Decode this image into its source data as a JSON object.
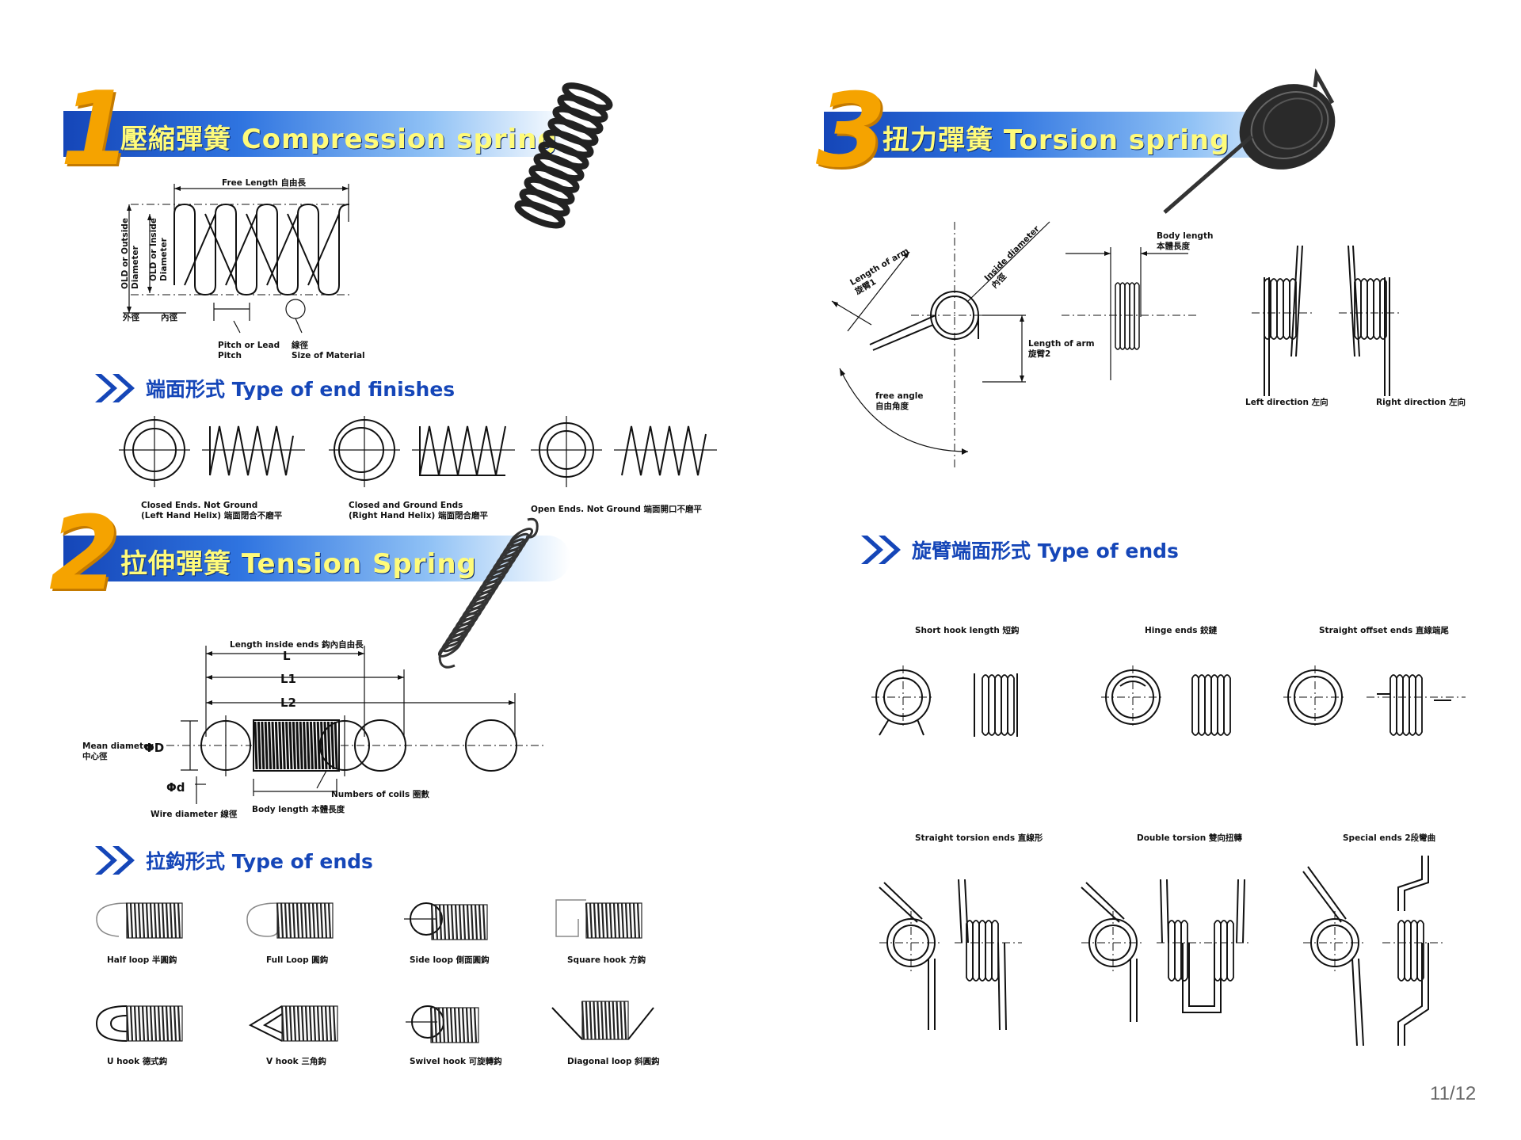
{
  "section1": {
    "number": "1",
    "title": "壓縮彈簧 Compression spring",
    "diagram": {
      "free_length": "Free Length 自由長",
      "od": "OLD or Outside Diameter",
      "od_zh": "外徑",
      "id": "OLD or Inside Diameter",
      "id_zh": "內徑",
      "pitch": "Pitch or Lead",
      "pitch2": "Pitch",
      "material_zh": "線徑",
      "material": "Size of Material"
    }
  },
  "end_finishes": {
    "title": "端面形式 Type of end finishes",
    "items": [
      {
        "line1": "Closed Ends. Not Ground",
        "line2": "(Left Hand Helix) 端面閉合不磨平"
      },
      {
        "line1": "Closed and Ground Ends",
        "line2": "(Right Hand Helix) 端面閉合磨平"
      },
      {
        "line1": "Open Ends. Not Ground 端面開口不磨平",
        "line2": ""
      }
    ]
  },
  "section2": {
    "number": "2",
    "title": "拉伸彈簧 Tension Spring",
    "diagram": {
      "length_inside": "Length inside ends 鈎內自由長",
      "L": "L",
      "L1": "L1",
      "L2": "L2",
      "mean_diameter": "Mean diameter",
      "mean_diameter_zh": "中心徑",
      "phiD": "ΦD",
      "phid": "Φd",
      "wire_diameter": "Wire diameter 線徑",
      "body_length": "Body length 本體長度",
      "coils": "Numbers of coils 圈數"
    }
  },
  "hook_ends": {
    "title": "拉鈎形式 Type of ends",
    "items": [
      {
        "label": "Half loop 半圓鈎"
      },
      {
        "label": "Full Loop 圓鈎"
      },
      {
        "label": "Side loop 側面圓鈎"
      },
      {
        "label": "Square hook 方鈎"
      },
      {
        "label": "U hook 德式鈎"
      },
      {
        "label": "V hook 三角鈎"
      },
      {
        "label": "Swivel hook 可旋轉鈎"
      },
      {
        "label": "Diagonal loop 斜圓鈎"
      }
    ]
  },
  "section3": {
    "number": "3",
    "title": "扭力彈簧 Torsion spring",
    "diagram": {
      "arm1": "Length of arm",
      "arm1_zh": "旋臂1",
      "inside_diameter": "Inside diameter",
      "inside_diameter_zh": "內徑",
      "arm2": "Length of arm",
      "arm2_zh": "旋臂2",
      "free_angle": "free angle",
      "free_angle_zh": "自由角度",
      "body_length": "Body length",
      "body_length_zh": "本體長度",
      "left_direction": "Left direction 左向",
      "right_direction": "Right direction 左向"
    }
  },
  "torsion_ends": {
    "title": "旋臂端面形式 Type of ends",
    "items": [
      {
        "label": "Short hook length 短鈎"
      },
      {
        "label": "Hinge ends 鉸鏈"
      },
      {
        "label": "Straight offset ends 直線端尾"
      },
      {
        "label": "Straight torsion ends 直線形"
      },
      {
        "label": "Double torsion 雙向扭轉"
      },
      {
        "label": "Special ends 2段彎曲"
      }
    ]
  },
  "page_number": "11/12",
  "colors": {
    "banner": "#1546b8",
    "banner_text": "#fffb7a",
    "number": "#f5a300",
    "subhead": "#1546b8"
  }
}
